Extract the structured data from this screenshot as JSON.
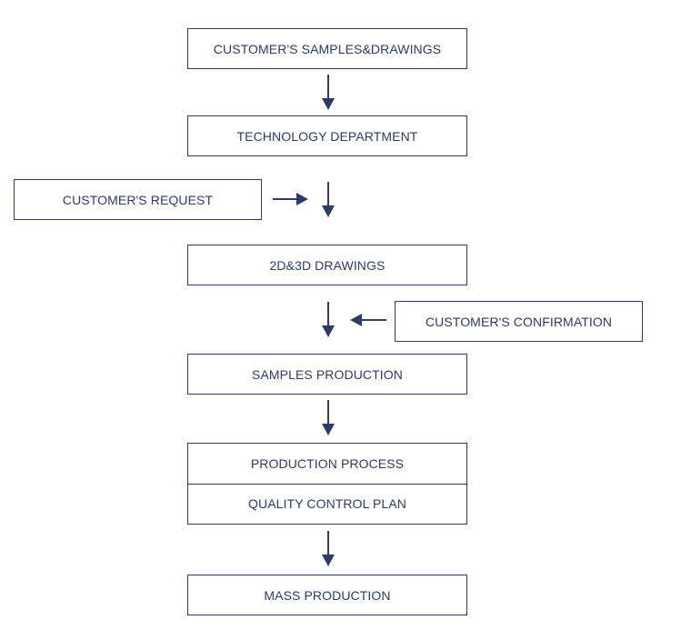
{
  "flow": {
    "step1": "CUSTOMER'S SAMPLES&DRAWINGS",
    "step2": "TECHNOLOGY DEPARTMENT",
    "request": "CUSTOMER'S REQUEST",
    "step3": "2D&3D DRAWINGS",
    "confirmation": "CUSTOMER'S CONFIRMATION",
    "step4": "SAMPLES PRODUCTION",
    "step5a": "PRODUCTION PROCESS",
    "step5b": "QUALITY CONTROL PLAN",
    "step6": "MASS PRODUCTION"
  },
  "colors": {
    "line": "#2f3a66",
    "text": "#2f3a66"
  }
}
